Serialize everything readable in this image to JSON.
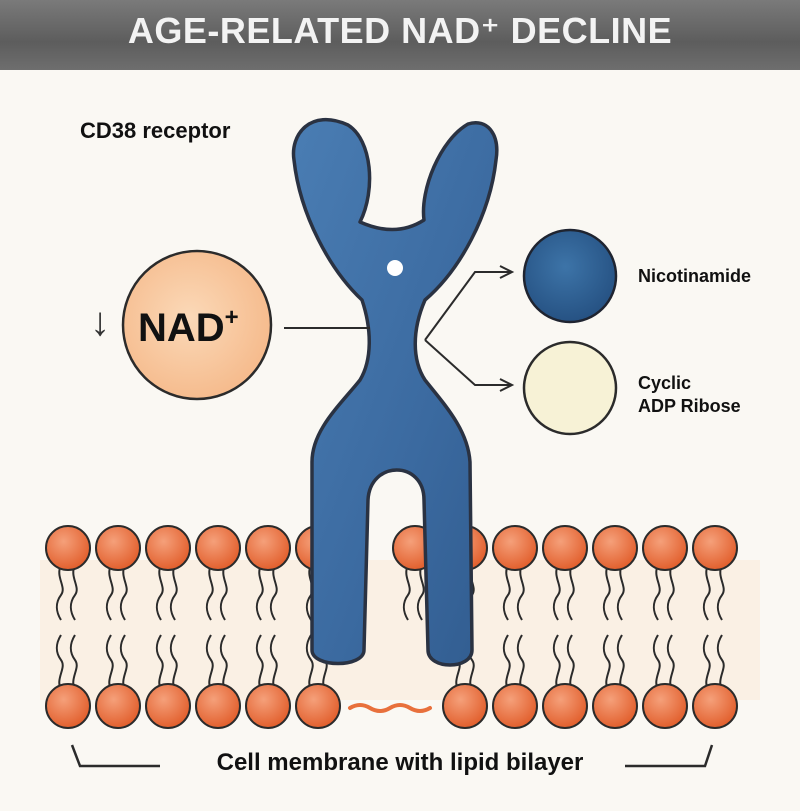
{
  "title": "AGE-RELATED NAD⁺ DECLINE",
  "receptor_label": "CD38 receptor",
  "nad": {
    "label": "NAD",
    "superscript": "+",
    "trend_symbol": "↓"
  },
  "products": [
    {
      "label": "Nicotinamide"
    },
    {
      "label": "Cyclic\nADP Ribose"
    }
  ],
  "membrane_label": "Cell membrane with lipid bilayer",
  "colors": {
    "title_bar": "#666666",
    "title_text": "#f3f3f3",
    "receptor_blue": "#3f6ea3",
    "receptor_outline": "#2a3242",
    "nad_fill": "#f8c9a0",
    "nicotinamide_fill": "#2e5f92",
    "cadpr_fill": "#f7f2d6",
    "lipid_head": "#e86f3c",
    "text": "#111111"
  }
}
